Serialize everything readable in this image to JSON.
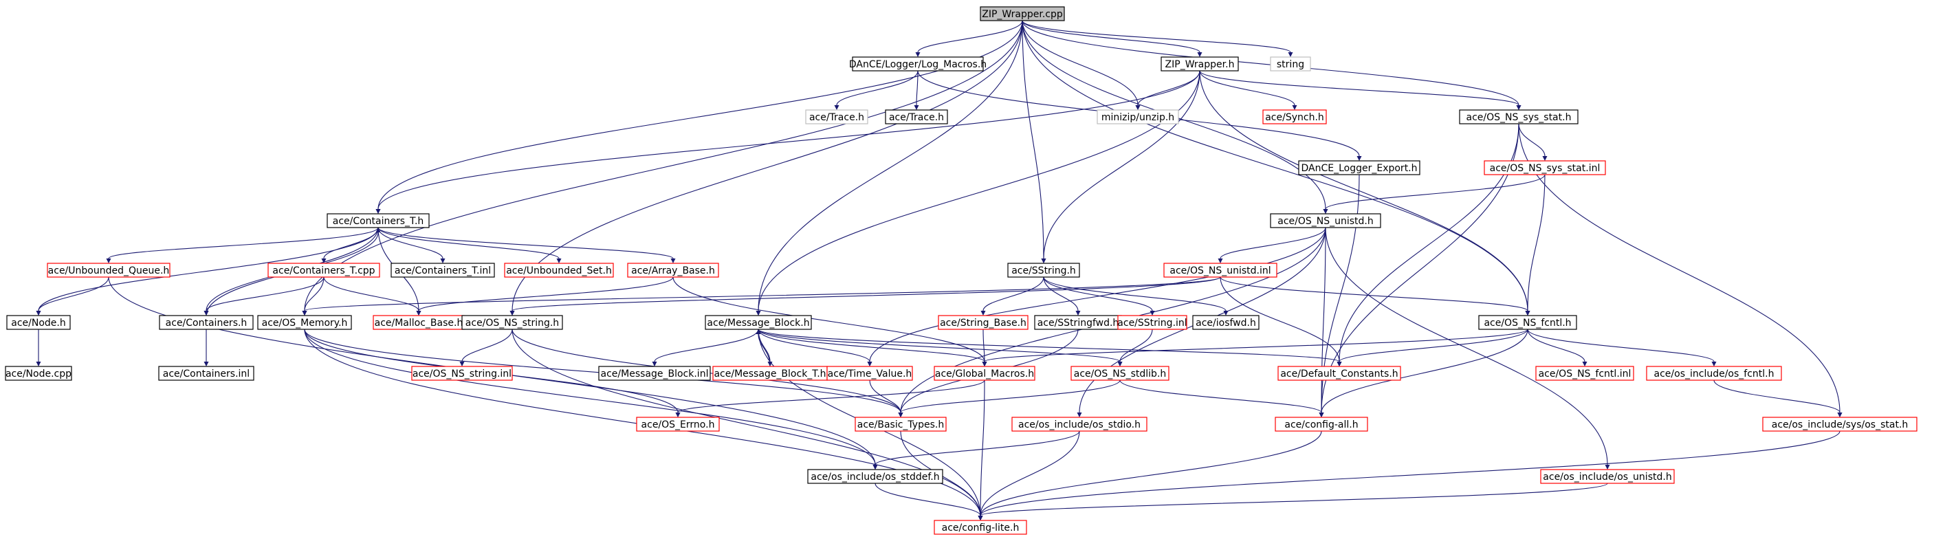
{
  "colors": {
    "edge": "#191970",
    "border_default": "#000000",
    "border_red": "#ff0000",
    "border_gray": "#bfbfbf",
    "root_fill": "#bfbfbf",
    "fill": "#ffffff"
  },
  "nodes": [
    {
      "id": "zip_cpp",
      "label": "ZIP_Wrapper.cpp",
      "style": "root"
    },
    {
      "id": "dance_macros",
      "label": "DAnCE/Logger/Log_Macros.h",
      "style": "black"
    },
    {
      "id": "zip_h",
      "label": "ZIP_Wrapper.h",
      "style": "black"
    },
    {
      "id": "string",
      "label": "string",
      "style": "gray"
    },
    {
      "id": "ace_trace_gray",
      "label": "ace/Trace.h",
      "style": "gray"
    },
    {
      "id": "ace_trace",
      "label": "ace/Trace.h",
      "style": "black"
    },
    {
      "id": "minizip",
      "label": "minizip/unzip.h",
      "style": "gray"
    },
    {
      "id": "synch",
      "label": "ace/Synch.h",
      "style": "red"
    },
    {
      "id": "sys_stat",
      "label": "ace/OS_NS_sys_stat.h",
      "style": "black"
    },
    {
      "id": "dance_export",
      "label": "DAnCE_Logger_Export.h",
      "style": "black"
    },
    {
      "id": "sys_stat_inl",
      "label": "ace/OS_NS_sys_stat.inl",
      "style": "red"
    },
    {
      "id": "containers_t_h",
      "label": "ace/Containers_T.h",
      "style": "black"
    },
    {
      "id": "unistd_h",
      "label": "ace/OS_NS_unistd.h",
      "style": "black"
    },
    {
      "id": "unbounded_queue",
      "label": "ace/Unbounded_Queue.h",
      "style": "red"
    },
    {
      "id": "containers_t_cpp",
      "label": "ace/Containers_T.cpp",
      "style": "red"
    },
    {
      "id": "containers_t_inl",
      "label": "ace/Containers_T.inl",
      "style": "black"
    },
    {
      "id": "unbounded_set",
      "label": "ace/Unbounded_Set.h",
      "style": "red"
    },
    {
      "id": "array_base",
      "label": "ace/Array_Base.h",
      "style": "red"
    },
    {
      "id": "sstring_h",
      "label": "ace/SString.h",
      "style": "black"
    },
    {
      "id": "unistd_inl",
      "label": "ace/OS_NS_unistd.inl",
      "style": "red"
    },
    {
      "id": "node_h",
      "label": "ace/Node.h",
      "style": "black"
    },
    {
      "id": "containers_h",
      "label": "ace/Containers.h",
      "style": "black"
    },
    {
      "id": "os_memory",
      "label": "ace/OS_Memory.h",
      "style": "black"
    },
    {
      "id": "malloc_base",
      "label": "ace/Malloc_Base.h",
      "style": "red"
    },
    {
      "id": "ns_string_h",
      "label": "ace/OS_NS_string.h",
      "style": "black"
    },
    {
      "id": "message_block",
      "label": "ace/Message_Block.h",
      "style": "black"
    },
    {
      "id": "string_base",
      "label": "ace/String_Base.h",
      "style": "red"
    },
    {
      "id": "sstringfwd",
      "label": "ace/SStringfwd.h",
      "style": "black"
    },
    {
      "id": "sstring_inl",
      "label": "ace/SString.inl",
      "style": "red"
    },
    {
      "id": "iosfwd",
      "label": "ace/iosfwd.h",
      "style": "black"
    },
    {
      "id": "os_ns_fcntl",
      "label": "ace/OS_NS_fcntl.h",
      "style": "black"
    },
    {
      "id": "node_cpp",
      "label": "ace/Node.cpp",
      "style": "black"
    },
    {
      "id": "containers_inl",
      "label": "ace/Containers.inl",
      "style": "black"
    },
    {
      "id": "ns_string_inl",
      "label": "ace/OS_NS_string.inl",
      "style": "red"
    },
    {
      "id": "mb_inl",
      "label": "ace/Message_Block.inl",
      "style": "black"
    },
    {
      "id": "mb_t",
      "label": "ace/Message_Block_T.h",
      "style": "red"
    },
    {
      "id": "time_value",
      "label": "ace/Time_Value.h",
      "style": "red"
    },
    {
      "id": "global_macros",
      "label": "ace/Global_Macros.h",
      "style": "red"
    },
    {
      "id": "stdlib",
      "label": "ace/OS_NS_stdlib.h",
      "style": "red"
    },
    {
      "id": "default_constants",
      "label": "ace/Default_Constants.h",
      "style": "red"
    },
    {
      "id": "fcntl_inl",
      "label": "ace/OS_NS_fcntl.inl",
      "style": "red"
    },
    {
      "id": "os_include_fcntl",
      "label": "ace/os_include/os_fcntl.h",
      "style": "red"
    },
    {
      "id": "os_errno",
      "label": "ace/OS_Errno.h",
      "style": "red"
    },
    {
      "id": "basic_types",
      "label": "ace/Basic_Types.h",
      "style": "red"
    },
    {
      "id": "os_stdio",
      "label": "ace/os_include/os_stdio.h",
      "style": "red"
    },
    {
      "id": "config_all",
      "label": "ace/config-all.h",
      "style": "red"
    },
    {
      "id": "os_sys_stat",
      "label": "ace/os_include/sys/os_stat.h",
      "style": "red"
    },
    {
      "id": "os_stddef",
      "label": "ace/os_include/os_stddef.h",
      "style": "black"
    },
    {
      "id": "os_unistd",
      "label": "ace/os_include/os_unistd.h",
      "style": "red"
    },
    {
      "id": "config_lite",
      "label": "ace/config-lite.h",
      "style": "red"
    }
  ],
  "edges": [
    [
      "zip_cpp",
      "dance_macros"
    ],
    [
      "zip_cpp",
      "zip_h"
    ],
    [
      "zip_cpp",
      "string"
    ],
    [
      "zip_cpp",
      "minizip"
    ],
    [
      "zip_cpp",
      "sys_stat"
    ],
    [
      "zip_cpp",
      "containers_t_h"
    ],
    [
      "zip_cpp",
      "os_memory"
    ],
    [
      "zip_cpp",
      "unistd_h"
    ],
    [
      "zip_cpp",
      "sstring_h"
    ],
    [
      "zip_cpp",
      "ns_string_h"
    ],
    [
      "zip_cpp",
      "message_block"
    ],
    [
      "zip_cpp",
      "os_ns_fcntl"
    ],
    [
      "dance_macros",
      "ace_trace_gray"
    ],
    [
      "dance_macros",
      "ace_trace"
    ],
    [
      "dance_macros",
      "dance_export"
    ],
    [
      "zip_h",
      "minizip"
    ],
    [
      "zip_h",
      "synch"
    ],
    [
      "zip_h",
      "sys_stat"
    ],
    [
      "zip_h",
      "containers_t_h"
    ],
    [
      "zip_h",
      "sstring_h"
    ],
    [
      "zip_h",
      "message_block"
    ],
    [
      "zip_h",
      "os_ns_fcntl"
    ],
    [
      "sys_stat",
      "sys_stat_inl"
    ],
    [
      "sys_stat",
      "os_sys_stat"
    ],
    [
      "sys_stat",
      "config_all"
    ],
    [
      "sys_stat",
      "default_constants"
    ],
    [
      "sys_stat_inl",
      "unistd_h"
    ],
    [
      "sys_stat_inl",
      "os_ns_fcntl"
    ],
    [
      "dance_export",
      "config_all"
    ],
    [
      "containers_t_h",
      "unbounded_queue"
    ],
    [
      "containers_t_h",
      "containers_t_cpp"
    ],
    [
      "containers_t_h",
      "containers_t_inl"
    ],
    [
      "containers_t_h",
      "unbounded_set"
    ],
    [
      "containers_t_h",
      "array_base"
    ],
    [
      "containers_t_h",
      "node_h"
    ],
    [
      "containers_t_h",
      "containers_h"
    ],
    [
      "containers_t_h",
      "malloc_base"
    ],
    [
      "unbounded_queue",
      "node_h"
    ],
    [
      "unbounded_queue",
      "os_stddef"
    ],
    [
      "containers_t_cpp",
      "containers_h"
    ],
    [
      "containers_t_cpp",
      "os_memory"
    ],
    [
      "containers_t_cpp",
      "malloc_base"
    ],
    [
      "containers_h",
      "containers_t_h"
    ],
    [
      "containers_h",
      "containers_inl"
    ],
    [
      "array_base",
      "malloc_base"
    ],
    [
      "array_base",
      "global_macros"
    ],
    [
      "node_h",
      "node_cpp"
    ],
    [
      "os_memory",
      "basic_types"
    ],
    [
      "os_memory",
      "os_errno"
    ],
    [
      "os_memory",
      "os_stddef"
    ],
    [
      "os_memory",
      "config_lite"
    ],
    [
      "ns_string_h",
      "ns_string_inl"
    ],
    [
      "ns_string_h",
      "basic_types"
    ],
    [
      "ns_string_h",
      "config_lite"
    ],
    [
      "sstring_h",
      "string_base"
    ],
    [
      "sstring_h",
      "sstringfwd"
    ],
    [
      "sstring_h",
      "sstring_inl"
    ],
    [
      "sstring_h",
      "iosfwd"
    ],
    [
      "string_base",
      "global_macros"
    ],
    [
      "sstringfwd",
      "basic_types"
    ],
    [
      "sstring_inl",
      "stdlib"
    ],
    [
      "unistd_h",
      "unistd_inl"
    ],
    [
      "unistd_h",
      "time_value"
    ],
    [
      "unistd_h",
      "basic_types"
    ],
    [
      "unistd_h",
      "config_all"
    ],
    [
      "unistd_h",
      "os_unistd"
    ],
    [
      "unistd_h",
      "os_stdio"
    ],
    [
      "unistd_inl",
      "os_memory"
    ],
    [
      "unistd_inl",
      "ns_string_h"
    ],
    [
      "unistd_inl",
      "os_ns_fcntl"
    ],
    [
      "unistd_inl",
      "default_constants"
    ],
    [
      "message_block",
      "mb_inl"
    ],
    [
      "message_block",
      "mb_t"
    ],
    [
      "message_block",
      "time_value"
    ],
    [
      "message_block",
      "global_macros"
    ],
    [
      "message_block",
      "stdlib"
    ],
    [
      "message_block",
      "default_constants"
    ],
    [
      "message_block",
      "config_lite"
    ],
    [
      "mb_t",
      "message_block"
    ],
    [
      "time_value",
      "basic_types"
    ],
    [
      "global_macros",
      "os_errno"
    ],
    [
      "global_macros",
      "config_lite"
    ],
    [
      "stdlib",
      "basic_types"
    ],
    [
      "stdlib",
      "config_all"
    ],
    [
      "os_ns_fcntl",
      "fcntl_inl"
    ],
    [
      "os_ns_fcntl",
      "os_include_fcntl"
    ],
    [
      "os_ns_fcntl",
      "global_macros"
    ],
    [
      "os_ns_fcntl",
      "default_constants"
    ],
    [
      "os_ns_fcntl",
      "config_all"
    ],
    [
      "os_include_fcntl",
      "os_sys_stat"
    ],
    [
      "basic_types",
      "config_lite"
    ],
    [
      "os_stdio",
      "os_stddef"
    ],
    [
      "os_stdio",
      "config_lite"
    ],
    [
      "config_all",
      "config_lite"
    ],
    [
      "os_sys_stat",
      "config_lite"
    ],
    [
      "os_stddef",
      "config_lite"
    ],
    [
      "os_unistd",
      "config_lite"
    ]
  ]
}
